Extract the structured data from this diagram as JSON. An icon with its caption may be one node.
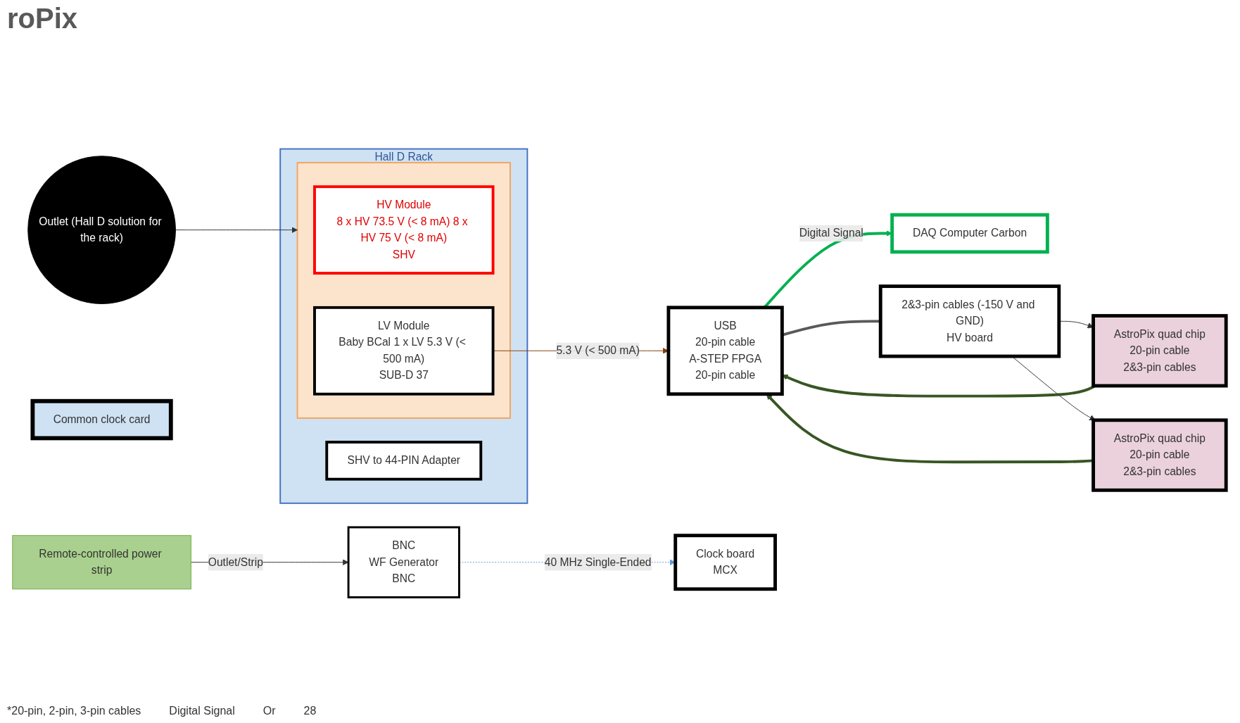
{
  "diagram": {
    "title": "roPix",
    "nodes": [
      {
        "text": [
          "Hall D Rack"
        ]
      },
      {
        "text": [
          "SHV to 44-PIN Adapter"
        ],
        "in": 0
      },
      {
        "text": [],
        "shape": "box",
        "in": 0
      },
      {
        "text": [
          "HV Module",
          "8 x HV 73.5 V (< 8 mA) 8 x HV 75 V (< 8 mA)",
          "SHV"
        ],
        "in": 2
      },
      {
        "text": [
          "LV Module",
          "Baby BCal 1 x LV 5.3 V (< 500 mA)",
          "SUB-D 37"
        ],
        "in": 2
      },
      {
        "text": [
          "Outlet (Hall D solution for the rack)"
        ]
      },
      {
        "text": [
          "DAQ Computer Carbon"
        ]
      },
      {
        "text": [
          "AstroPix quad chip",
          "20-pin cable",
          "2&3-pin cables"
        ]
      },
      {
        "text": [
          "AstroPix quad chip",
          "20-pin cable",
          "2&3-pin cables"
        ]
      },
      {
        "text": [
          "USB",
          "20-pin cable",
          "A-STEP FPGA",
          "20-pin cable"
        ]
      },
      {
        "text": [
          "Clock board",
          "MCX"
        ]
      },
      {
        "text": [
          "2&3-pin cables (-150 V and GND)",
          "HV board"
        ]
      },
      {
        "text": [
          "BNC",
          "WF Generator",
          "BNC"
        ]
      },
      {
        "text": [
          "Common clock card"
        ]
      },
      {
        "text": [
          "Remote-controlled power strip"
        ]
      }
    ],
    "edges": [
      {
        "from": 9,
        "to": 6,
        "arrow": "to",
        "label": "Digital Signal",
        "style": "thick",
        "color": "#00b050"
      },
      {
        "from": 7,
        "to": 9,
        "arrow": "to",
        "style": "thick",
        "color": "#375623"
      },
      {
        "from": 8,
        "to": 9,
        "arrow": "to",
        "style": "thick",
        "color": "#375623"
      },
      {
        "from": 11,
        "to": 7,
        "arrow": "to"
      },
      {
        "from": 11,
        "to": 8,
        "arrow": "to"
      },
      {
        "from": 4,
        "to": 9,
        "arrow": "to",
        "label": "5.3 V (< 500 mA)",
        "color": "#843c0c"
      },
      {
        "from": 5,
        "to": 2,
        "arrow": "to"
      },
      {
        "from": 12,
        "to": 10,
        "arrow": "to",
        "label": "40 MHz Single-Ended",
        "style": "dashed",
        "color": "#5b9bd5"
      },
      {
        "from": 14,
        "to": 12,
        "arrow": "to",
        "label": "Outlet/Strip"
      },
      {
        "from": 9,
        "to": 11,
        "arrow": "none",
        "style": "thick",
        "color": "#595959"
      }
    ],
    "labels": [
      "*20-pin, 2-pin, 3-pin cables",
      "Digital Signal",
      "Or",
      "28"
    ]
  }
}
